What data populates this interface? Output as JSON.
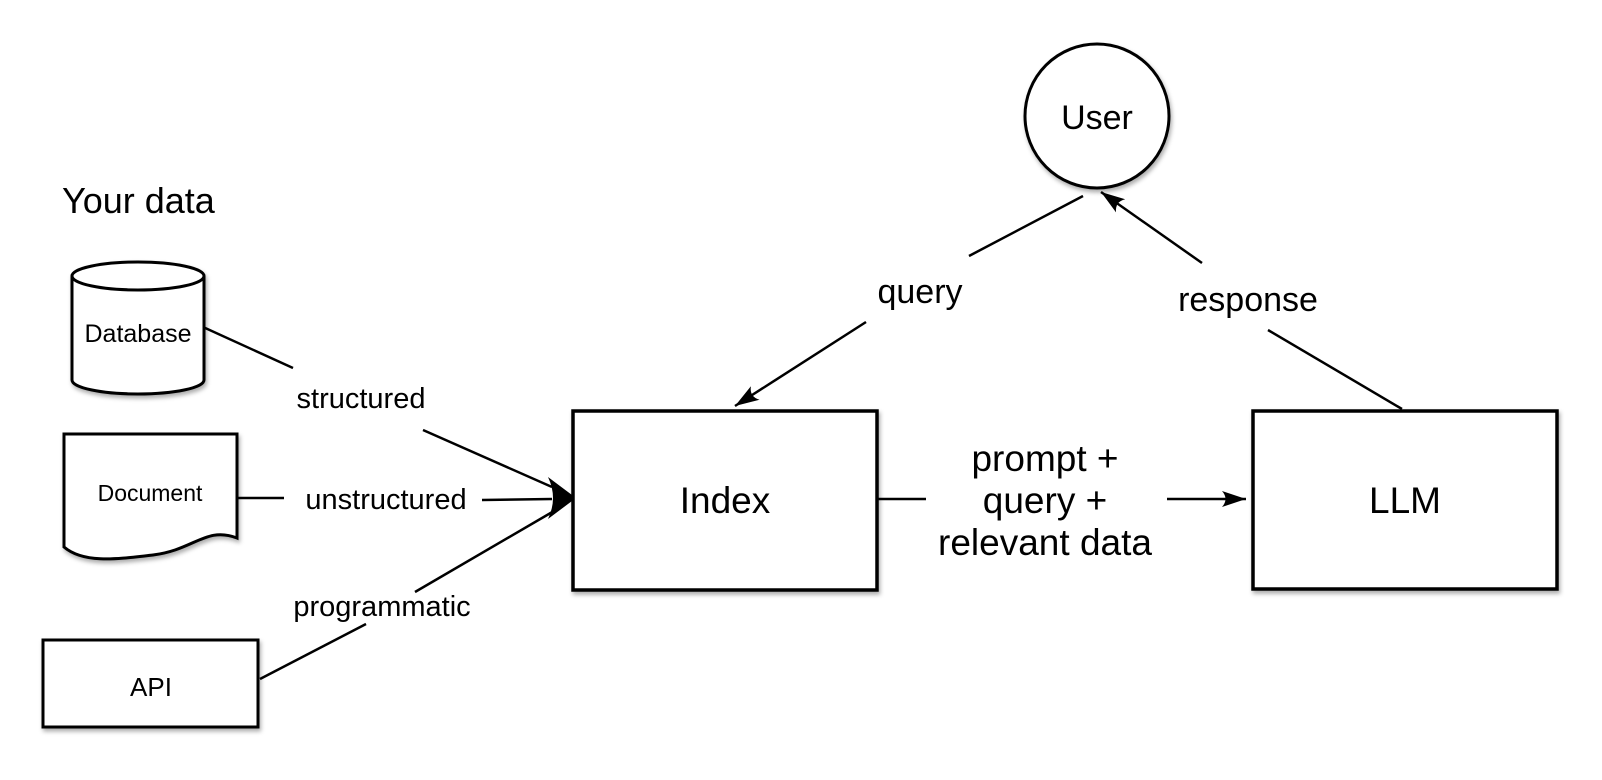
{
  "diagram": {
    "title": "Your data",
    "nodes": {
      "user": {
        "label": "User",
        "shape": "circle"
      },
      "database": {
        "label": "Database",
        "shape": "cylinder"
      },
      "document": {
        "label": "Document",
        "shape": "document"
      },
      "api": {
        "label": "API",
        "shape": "rectangle"
      },
      "index": {
        "label": "Index",
        "shape": "rectangle"
      },
      "llm": {
        "label": "LLM",
        "shape": "rectangle"
      }
    },
    "edges": {
      "database_to_index": {
        "label": "structured",
        "from": "Database",
        "to": "Index"
      },
      "document_to_index": {
        "label": "unstructured",
        "from": "Document",
        "to": "Index"
      },
      "api_to_index": {
        "label": "programmatic",
        "from": "API",
        "to": "Index"
      },
      "user_to_index": {
        "label": "query",
        "from": "User",
        "to": "Index"
      },
      "index_to_llm": {
        "label_line1": "prompt +",
        "label_line2": "query +",
        "label_line3": "relevant data",
        "from": "Index",
        "to": "LLM"
      },
      "llm_to_user": {
        "label": "response",
        "from": "LLM",
        "to": "User"
      }
    },
    "colors": {
      "stroke": "#000000",
      "shape_fill": "#ffffff",
      "background": "#ffffff",
      "text": "#000000"
    }
  }
}
